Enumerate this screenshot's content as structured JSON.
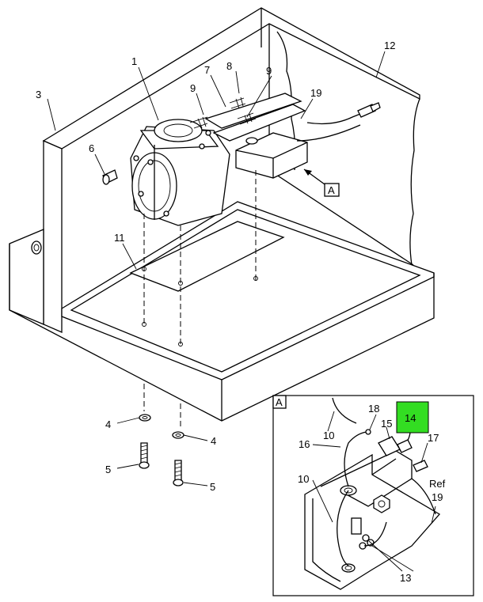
{
  "callouts": {
    "c1": "1",
    "c3": "3",
    "c7": "7",
    "c8": "8",
    "c9a": "9",
    "c9b": "9",
    "c12": "12",
    "c19": "19",
    "c6": "6",
    "c11": "11",
    "c4a": "4",
    "c4b": "4",
    "c5a": "5",
    "c5b": "5"
  },
  "view_marker": "A",
  "detail": {
    "label": "A",
    "c10a": "10",
    "c18": "18",
    "c14": "14",
    "c15": "15",
    "c16": "16",
    "c17": "17",
    "c10b": "10",
    "ref": "Ref",
    "c19": "19",
    "c13": "13"
  },
  "highlight_color": "#33dd22"
}
